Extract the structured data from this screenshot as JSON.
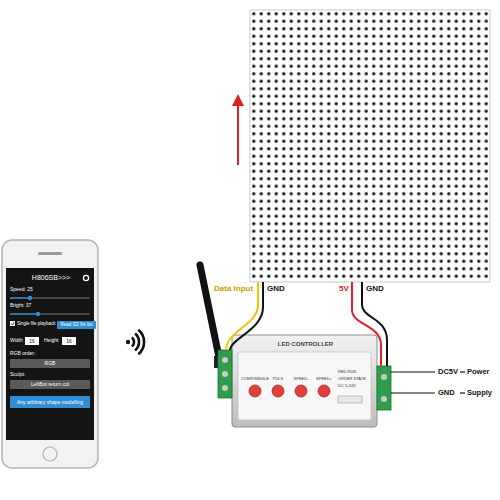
{
  "diagram": {
    "nodes": [
      {
        "text": [
          "H806SB>>>"
        ]
      },
      {
        "text": [
          "Read SD file list"
        ],
        "in": 0
      },
      {
        "text": [
          "16"
        ],
        "in": 0
      },
      {
        "text": [
          "16"
        ],
        "in": 0
      },
      {
        "text": [
          "RGB"
        ],
        "in": 0
      },
      {
        "text": [
          "LeftBot return col"
        ],
        "in": 0
      },
      {
        "text": [
          "Any arbitrary shape modelling"
        ],
        "in": 0
      },
      {
        "text": [
          "LED CONTROLLER"
        ]
      }
    ],
    "labels": [
      "Speed: 25",
      "Bright: 37",
      "Single file playback",
      "Width",
      "Height",
      "RGB order:",
      "Sculpt:",
      "Data Input",
      "GND",
      "5V",
      "GND",
      "DC5V",
      "GND",
      "Power",
      "Supply",
      "COMP/SINGLE",
      "PULS",
      "SPEED-",
      "SPEED+",
      "RED RUN",
      "ORDER STATE",
      "DC 5-24V"
    ]
  }
}
